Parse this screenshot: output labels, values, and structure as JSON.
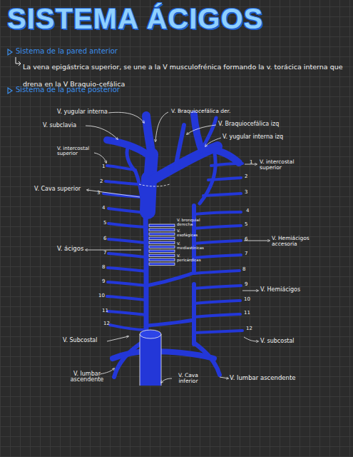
{
  "diagram": {
    "title": "SISTEMA ÁCIGOS",
    "labels": [
      "Sistema de la pared anterior",
      "La vena epigástrica superior, se une a la V musculofrénica formando la v. torácica interna que drena en la V Braquio-cefálica",
      "Sistema de la parte posterior",
      "V. yugular interna",
      "V. subclavia",
      "V. intercostal superior",
      "V. Cava superior",
      "V. ácigos",
      "V. Subcostal",
      "V. lumbar ascendente",
      "V. Cava inferior",
      "V. Braquiocefálica der.",
      "V. Braquiocefálica izq",
      "V. yugular interna izq",
      "V. intercostal superior",
      "V. Hemiácigos accesoria",
      "V. Hemiácigos",
      "V. subcostal",
      "V. lumbar ascendente",
      "V. bronquial derecha",
      "V. esofágicas",
      "V. mediastínicas",
      "V. pericárdicas",
      "1",
      "2",
      "3",
      "4",
      "5",
      "6",
      "7",
      "8",
      "9",
      "10",
      "11",
      "12",
      "1",
      "2",
      "3",
      "4",
      "5",
      "6",
      "7",
      "8",
      "9",
      "10",
      "11",
      "12"
    ]
  }
}
